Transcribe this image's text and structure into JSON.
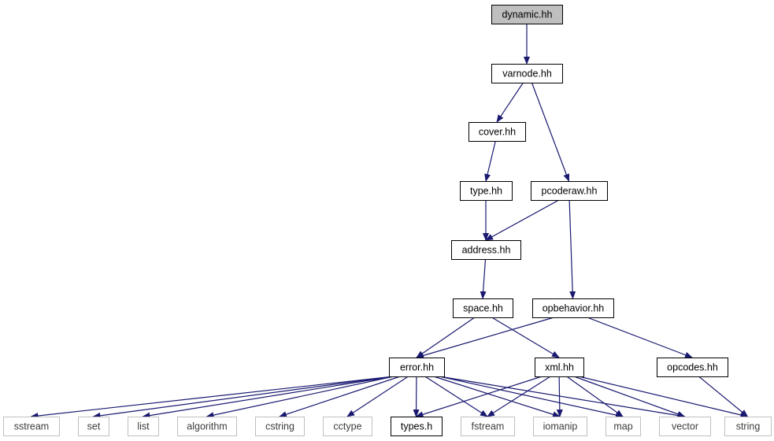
{
  "colors": {
    "edge": "#191970",
    "root_fill": "#bfbfbf",
    "node_border": "#000000",
    "external_border": "#bfbfbf",
    "text": "#000000",
    "external_text": "#3c3c3c"
  },
  "nodes": [
    {
      "id": "dynamic_hh",
      "label": "dynamic.hh",
      "kind": "root"
    },
    {
      "id": "varnode_hh",
      "label": "varnode.hh",
      "kind": "file"
    },
    {
      "id": "cover_hh",
      "label": "cover.hh",
      "kind": "file"
    },
    {
      "id": "type_hh",
      "label": "type.hh",
      "kind": "file"
    },
    {
      "id": "pcoderaw_hh",
      "label": "pcoderaw.hh",
      "kind": "file"
    },
    {
      "id": "address_hh",
      "label": "address.hh",
      "kind": "file"
    },
    {
      "id": "space_hh",
      "label": "space.hh",
      "kind": "file"
    },
    {
      "id": "opbehavior_hh",
      "label": "opbehavior.hh",
      "kind": "file"
    },
    {
      "id": "error_hh",
      "label": "error.hh",
      "kind": "file"
    },
    {
      "id": "xml_hh",
      "label": "xml.hh",
      "kind": "file"
    },
    {
      "id": "opcodes_hh",
      "label": "opcodes.hh",
      "kind": "file"
    },
    {
      "id": "sstream",
      "label": "sstream",
      "kind": "external"
    },
    {
      "id": "set",
      "label": "set",
      "kind": "external"
    },
    {
      "id": "list",
      "label": "list",
      "kind": "external"
    },
    {
      "id": "algorithm",
      "label": "algorithm",
      "kind": "external"
    },
    {
      "id": "cstring",
      "label": "cstring",
      "kind": "external"
    },
    {
      "id": "cctype",
      "label": "cctype",
      "kind": "external"
    },
    {
      "id": "types_h",
      "label": "types.h",
      "kind": "file"
    },
    {
      "id": "fstream",
      "label": "fstream",
      "kind": "external"
    },
    {
      "id": "iomanip",
      "label": "iomanip",
      "kind": "external"
    },
    {
      "id": "map",
      "label": "map",
      "kind": "external"
    },
    {
      "id": "vector",
      "label": "vector",
      "kind": "external"
    },
    {
      "id": "string",
      "label": "string",
      "kind": "external"
    }
  ],
  "edges": [
    {
      "from": "dynamic_hh",
      "to": "varnode_hh"
    },
    {
      "from": "varnode_hh",
      "to": "cover_hh"
    },
    {
      "from": "varnode_hh",
      "to": "pcoderaw_hh"
    },
    {
      "from": "cover_hh",
      "to": "type_hh"
    },
    {
      "from": "type_hh",
      "to": "address_hh"
    },
    {
      "from": "pcoderaw_hh",
      "to": "address_hh"
    },
    {
      "from": "pcoderaw_hh",
      "to": "opbehavior_hh"
    },
    {
      "from": "address_hh",
      "to": "space_hh"
    },
    {
      "from": "space_hh",
      "to": "error_hh"
    },
    {
      "from": "space_hh",
      "to": "xml_hh"
    },
    {
      "from": "opbehavior_hh",
      "to": "error_hh"
    },
    {
      "from": "opbehavior_hh",
      "to": "opcodes_hh"
    },
    {
      "from": "error_hh",
      "to": "sstream"
    },
    {
      "from": "error_hh",
      "to": "set"
    },
    {
      "from": "error_hh",
      "to": "list"
    },
    {
      "from": "error_hh",
      "to": "algorithm"
    },
    {
      "from": "error_hh",
      "to": "cstring"
    },
    {
      "from": "error_hh",
      "to": "cctype"
    },
    {
      "from": "error_hh",
      "to": "types_h"
    },
    {
      "from": "error_hh",
      "to": "fstream"
    },
    {
      "from": "error_hh",
      "to": "iomanip"
    },
    {
      "from": "error_hh",
      "to": "map"
    },
    {
      "from": "error_hh",
      "to": "vector"
    },
    {
      "from": "xml_hh",
      "to": "types_h"
    },
    {
      "from": "xml_hh",
      "to": "fstream"
    },
    {
      "from": "xml_hh",
      "to": "iomanip"
    },
    {
      "from": "xml_hh",
      "to": "map"
    },
    {
      "from": "xml_hh",
      "to": "vector"
    },
    {
      "from": "xml_hh",
      "to": "string"
    },
    {
      "from": "opcodes_hh",
      "to": "string"
    }
  ]
}
